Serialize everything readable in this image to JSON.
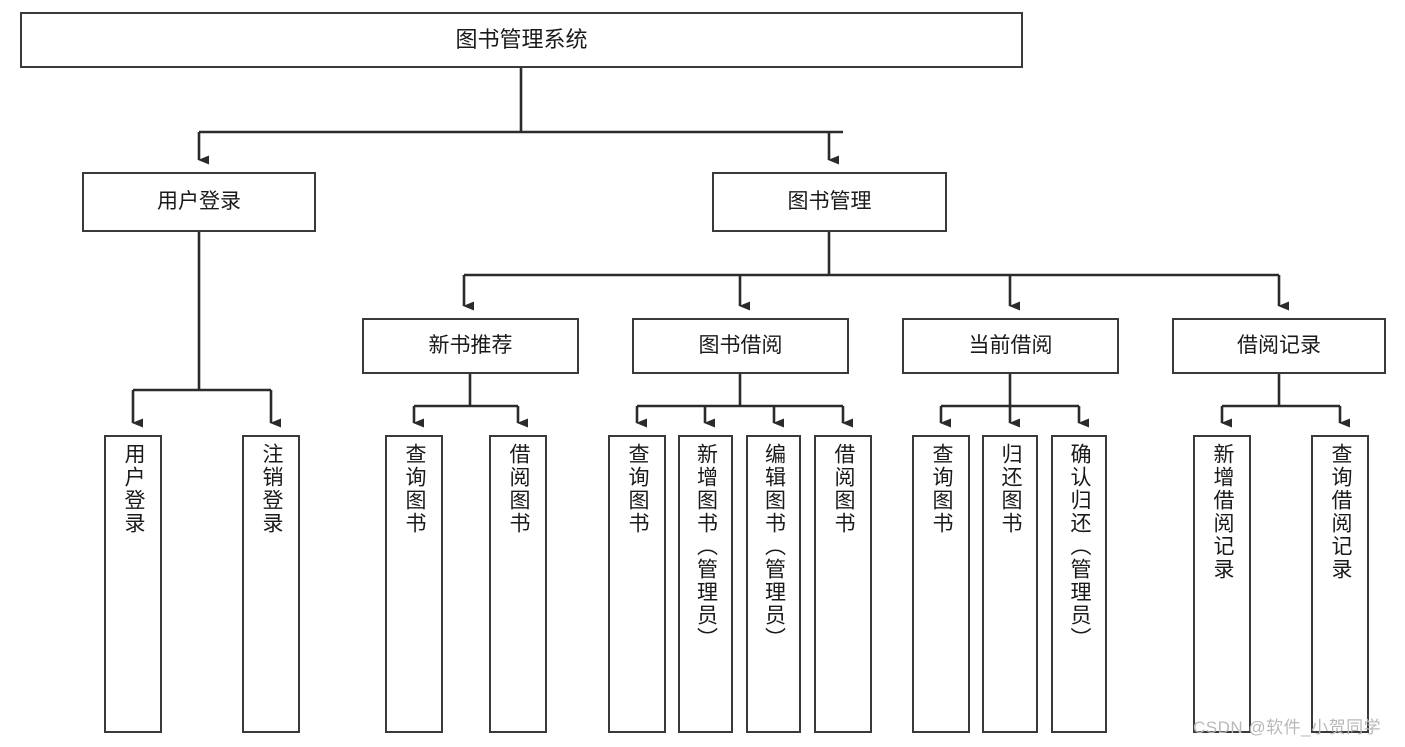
{
  "diagram": {
    "type": "tree-hierarchy-chart",
    "title": "图书管理系统",
    "orientation": "top-down",
    "colors": {
      "box_border": "#3a3a3a",
      "box_fill": "#ffffff",
      "connector": "#2b2b2b",
      "text": "#1a1a1a",
      "watermark": "#b9b9b9"
    },
    "nodes": {
      "root": {
        "label": "图书管理系统",
        "level": 0,
        "text_direction": "horizontal"
      },
      "level1": [
        {
          "id": "user-login",
          "label": "用户登录",
          "text_direction": "horizontal"
        },
        {
          "id": "book-management",
          "label": "图书管理",
          "text_direction": "horizontal"
        }
      ],
      "level2": [
        {
          "id": "new-book-recommend",
          "label": "新书推荐",
          "parent": "book-management",
          "text_direction": "horizontal"
        },
        {
          "id": "book-borrow",
          "label": "图书借阅",
          "parent": "book-management",
          "text_direction": "horizontal"
        },
        {
          "id": "current-borrow",
          "label": "当前借阅",
          "parent": "book-management",
          "text_direction": "horizontal"
        },
        {
          "id": "borrow-record",
          "label": "借阅记录",
          "parent": "book-management",
          "text_direction": "horizontal"
        }
      ],
      "leaves": [
        {
          "id": "leaf-user-login",
          "label": "用户登录",
          "parent": "user-login",
          "text_direction": "vertical"
        },
        {
          "id": "leaf-user-logout",
          "label": "注销登录",
          "parent": "user-login",
          "text_direction": "vertical"
        },
        {
          "id": "leaf-query-book-1",
          "label": "查询图书",
          "parent": "new-book-recommend",
          "text_direction": "vertical"
        },
        {
          "id": "leaf-borrow-book-1",
          "label": "借阅图书",
          "parent": "new-book-recommend",
          "text_direction": "vertical"
        },
        {
          "id": "leaf-query-book-2",
          "label": "查询图书",
          "parent": "book-borrow",
          "text_direction": "vertical"
        },
        {
          "id": "leaf-add-book",
          "label": "新增图书（管理员）",
          "parent": "book-borrow",
          "text_direction": "vertical"
        },
        {
          "id": "leaf-edit-book",
          "label": "编辑图书（管理员）",
          "parent": "book-borrow",
          "text_direction": "vertical"
        },
        {
          "id": "leaf-borrow-book-2",
          "label": "借阅图书",
          "parent": "book-borrow",
          "text_direction": "vertical"
        },
        {
          "id": "leaf-query-book-3",
          "label": "查询图书",
          "parent": "current-borrow",
          "text_direction": "vertical"
        },
        {
          "id": "leaf-return-book",
          "label": "归还图书",
          "parent": "current-borrow",
          "text_direction": "vertical"
        },
        {
          "id": "leaf-confirm-return",
          "label": "确认归还（管理员）",
          "parent": "current-borrow",
          "text_direction": "vertical"
        },
        {
          "id": "leaf-add-record",
          "label": "新增借阅记录",
          "parent": "borrow-record",
          "text_direction": "vertical"
        },
        {
          "id": "leaf-query-record",
          "label": "查询借阅记录",
          "parent": "borrow-record",
          "text_direction": "vertical"
        }
      ]
    },
    "watermark": "CSDN @软件_小贺同学"
  }
}
